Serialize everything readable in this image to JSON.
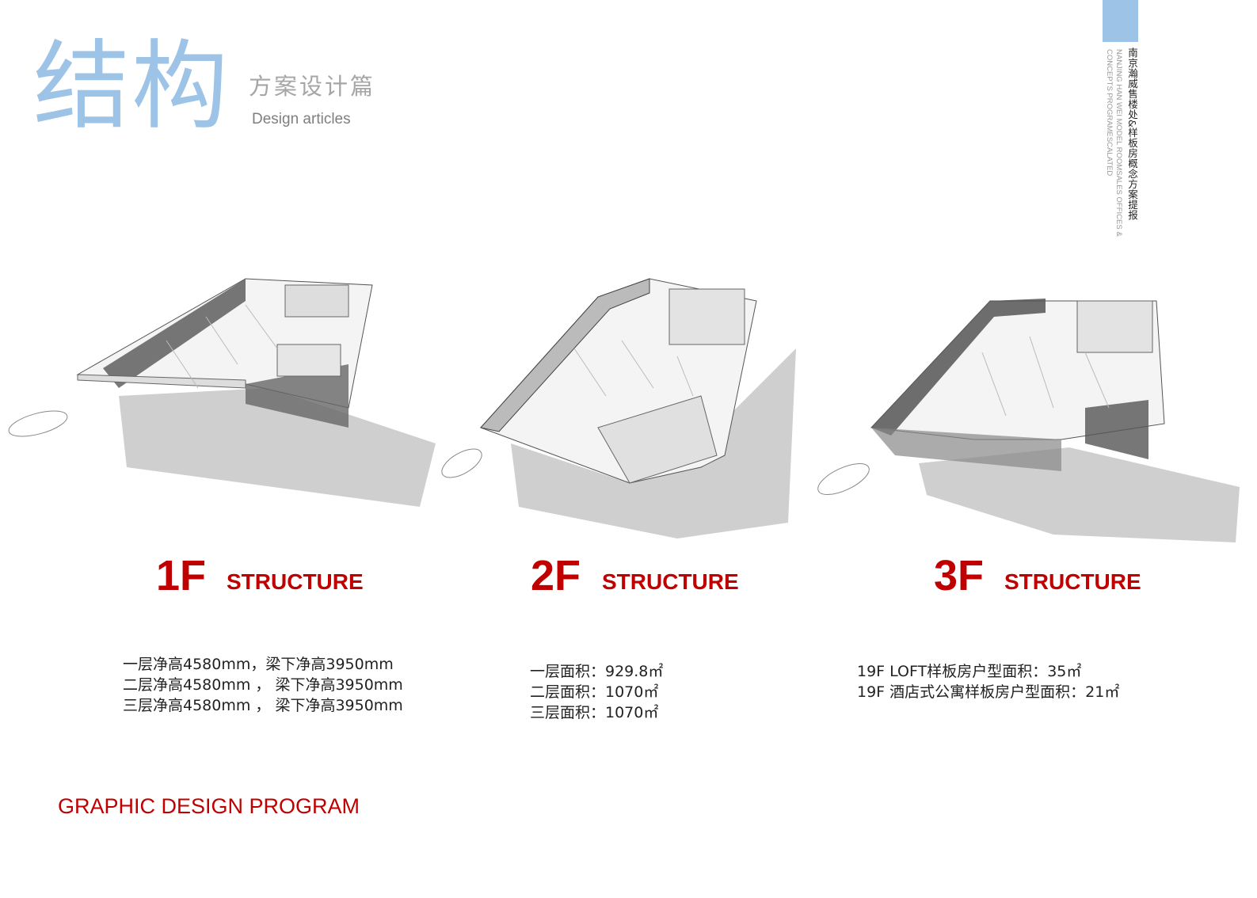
{
  "header": {
    "title": "结构",
    "subtitle": "方案设计篇",
    "subtitle_en": "Design articles"
  },
  "side_label": {
    "cn": "南京瀚威售楼处&样板房概念方案提报",
    "en_line1": "NANJING HAN WEI MODEL ROOMSALES OFFICES &",
    "en_line2": "CONCEPTS PROGRAMESCALATED"
  },
  "sections": [
    {
      "floor": "1F",
      "label": "STRUCTURE",
      "lines": [
        "一层净高4580mm，梁下净高3950mm",
        "二层净高4580mm ， 梁下净高3950mm",
        "三层净高4580mm ， 梁下净高3950mm"
      ]
    },
    {
      "floor": "2F",
      "label": "STRUCTURE",
      "lines": [
        "一层面积：929.8㎡",
        "二层面积：1070㎡",
        "三层面积：1070㎡"
      ]
    },
    {
      "floor": "3F",
      "label": "STRUCTURE",
      "lines": [
        "19F LOFT样板房户型面积：35㎡",
        "19F 酒店式公寓样板房户型面积：21㎡"
      ]
    }
  ],
  "footer": "GRAPHIC DESIGN PROGRAM",
  "colors": {
    "accent_red": "#c00000",
    "accent_blue": "#9dc3e6"
  }
}
